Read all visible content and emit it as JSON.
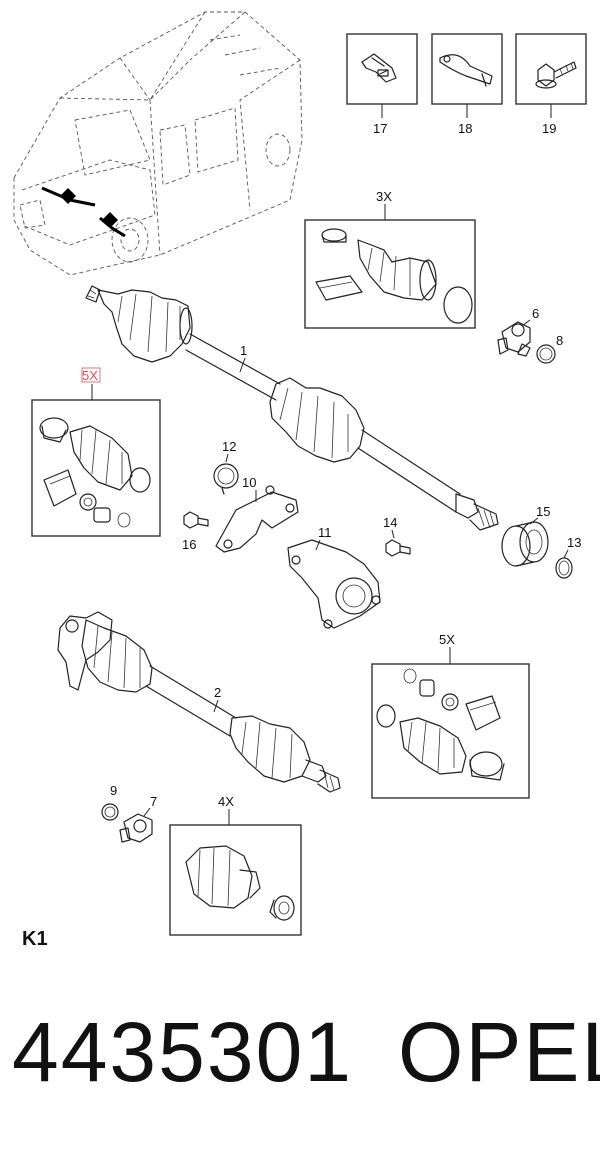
{
  "callouts": {
    "p1": "1",
    "p2": "2",
    "p3x": "3X",
    "p4x": "4X",
    "p5x_left": "5X",
    "p5x_right": "5X",
    "p6": "6",
    "p7": "7",
    "p8": "8",
    "p9": "9",
    "p10": "10",
    "p11": "11",
    "p12": "12",
    "p13": "13",
    "p14": "14",
    "p15": "15",
    "p16": "16",
    "p17": "17",
    "p18": "18",
    "p19": "19"
  },
  "section_code": "K1",
  "part_number": "4435301",
  "brand": "OPEL",
  "colors": {
    "highlight_label": "#e05050",
    "line": "#222222"
  }
}
